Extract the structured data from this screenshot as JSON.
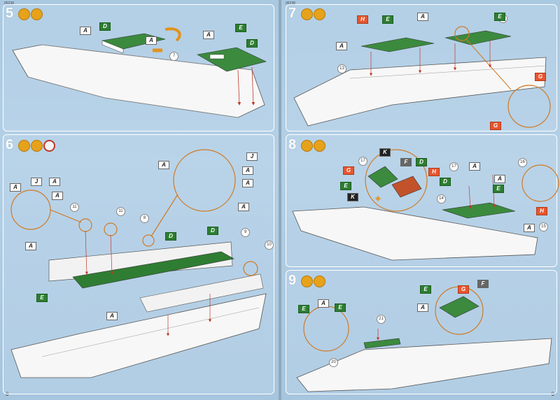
{
  "code_left": "05238",
  "code_right": "05238",
  "page_left": "8",
  "page_right": "9",
  "steps": [
    {
      "number": "5",
      "icons": [
        "glue-icon",
        "brush-icon"
      ]
    },
    {
      "number": "6",
      "icons": [
        "glue-icon",
        "brush-icon",
        "drying-time-icon"
      ]
    },
    {
      "number": "7",
      "icons": [
        "glue-icon",
        "brush-icon"
      ]
    },
    {
      "number": "8",
      "icons": [
        "glue-icon",
        "brush-icon"
      ]
    },
    {
      "number": "9",
      "icons": [
        "glue-icon",
        "brush-icon"
      ]
    }
  ],
  "part_numbers": {
    "s5": [
      "7"
    ],
    "s6": [
      "11",
      "11",
      "8",
      "9",
      "10"
    ],
    "s7": [
      "14",
      "13"
    ],
    "s8": [
      "17",
      "14",
      "17",
      "16",
      "15"
    ],
    "s9": [
      "21",
      "20"
    ]
  },
  "color_codes": {
    "A": "#ffffff",
    "D": "#2e7d32",
    "E": "#2e7d32",
    "G": "#e8552e",
    "H": "#e8552e",
    "J": "#ffffff",
    "K": "#222222",
    "F": "#666666"
  },
  "labels": {
    "A": "A",
    "D": "D",
    "E": "E",
    "G": "G",
    "H": "H",
    "J": "J",
    "K": "K",
    "F": "F"
  }
}
